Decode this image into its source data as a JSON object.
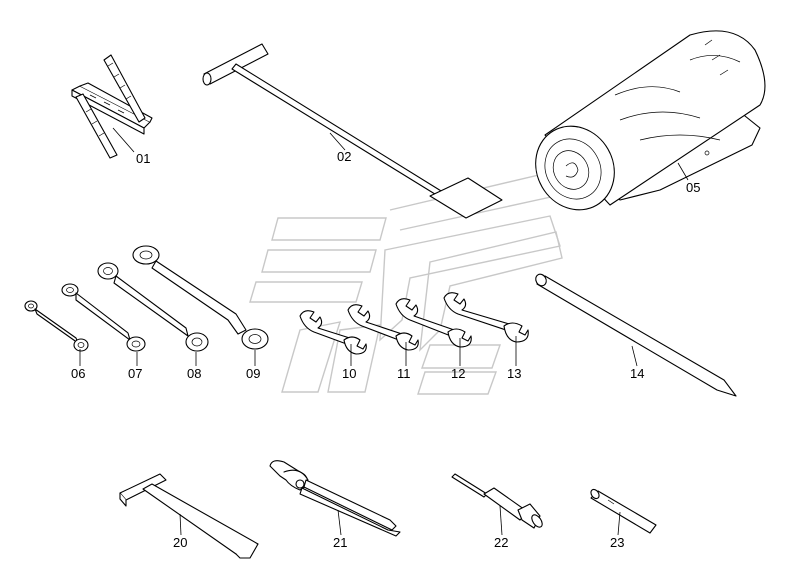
{
  "parts": [
    {
      "id": "01",
      "icon": "folding-ruler-icon"
    },
    {
      "id": "02",
      "icon": "t-handle-bar-icon"
    },
    {
      "id": "05",
      "icon": "tool-roll-bag-icon"
    },
    {
      "id": "06",
      "icon": "box-wrench-icon"
    },
    {
      "id": "07",
      "icon": "box-wrench-icon"
    },
    {
      "id": "08",
      "icon": "box-wrench-icon"
    },
    {
      "id": "09",
      "icon": "box-wrench-icon"
    },
    {
      "id": "10",
      "icon": "open-end-wrench-icon"
    },
    {
      "id": "11",
      "icon": "open-end-wrench-icon"
    },
    {
      "id": "12",
      "icon": "open-end-wrench-icon"
    },
    {
      "id": "13",
      "icon": "open-end-wrench-icon"
    },
    {
      "id": "14",
      "icon": "pin-bar-icon"
    },
    {
      "id": "20",
      "icon": "hammer-icon"
    },
    {
      "id": "21",
      "icon": "pliers-icon"
    },
    {
      "id": "22",
      "icon": "screwdriver-icon"
    },
    {
      "id": "23",
      "icon": "tube-pin-icon"
    }
  ]
}
